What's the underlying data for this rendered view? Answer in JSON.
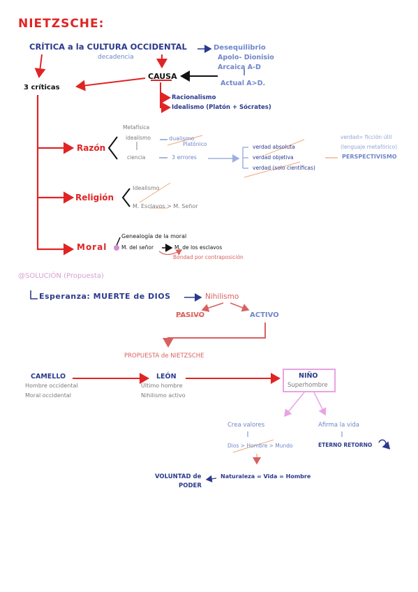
{
  "title": "NIETZSCHE:",
  "top": {
    "critica": "CRÍTICA a la CULTURA OCCIDENTAL",
    "decadencia": "decadencia",
    "desequilibrio": "Desequilibrio",
    "apolo": "Apolo- Dionisio",
    "arcaica": "Arcaica A-D",
    "actual": "Actual A>D.",
    "causa": "CAUSA",
    "racionalismo": "Racionalismo",
    "idealismo": "Idealismo (Platón + Sócrates)",
    "tres_criticas": "3 críticas"
  },
  "razon": {
    "label": "Razón",
    "metafisica": "Metafísica",
    "idealismo": "idealismo",
    "ciencia": "ciencia",
    "dualismo": "dualismo",
    "platonico": "Platónico",
    "errores": "3 errores",
    "verdad_absoluta": "verdad absoluta",
    "verdad_objetiva": "verdad objetiva",
    "verdad_solo": "verdad (solo científicas)",
    "verdad_ficcion": "verdad= ficción útil",
    "lenguaje": "(lenguaje metafórico)",
    "perspectivismo": "PERSPECTIVISMO"
  },
  "religion": {
    "label": "Religión",
    "idealismo": "Idealismo",
    "esclavos": "M. Esclavos > M. Señor"
  },
  "moral": {
    "label": "Moral",
    "genealogia": "Genealogía de la moral",
    "senor": "M. del señor",
    "esclavos": "M. de los esclavos",
    "bondad": "Bondad por contraposición"
  },
  "solucion": {
    "title": "@SOLUCIÓN (Propuesta)",
    "esperanza": "Esperanza: MUERTE de DIOS",
    "nihilismo": "Nihilismo",
    "pasivo": "PASIVO",
    "activo": "ACTIVO",
    "propuesta": "PROPUESTA de NIETZSCHE"
  },
  "stages": {
    "camello": "CAMELLO",
    "camello_1": "Hombre occidental",
    "camello_2": "Moral occidental",
    "leon": "LEÓN",
    "leon_1": "Último hombre",
    "leon_2": "Nihilismo activo",
    "nino": "NIÑO",
    "nino_1": "Superhombre"
  },
  "bottom": {
    "crea": "Crea valores",
    "dios_hombre": "Dios > Hombre > Mundo",
    "afirma": "Afirma la vida",
    "eterno": "ETERNO RETORNO",
    "voluntad_1": "VOLUNTAD de",
    "voluntad_2": "PODER",
    "naturaleza": "Naturaleza = Vida = Hombre"
  },
  "colors": {
    "red": "#e02424",
    "blue": "#2b3a8c",
    "light_blue": "#6f86c9",
    "pink": "#e8a3e3",
    "salmon": "#d9605e"
  }
}
